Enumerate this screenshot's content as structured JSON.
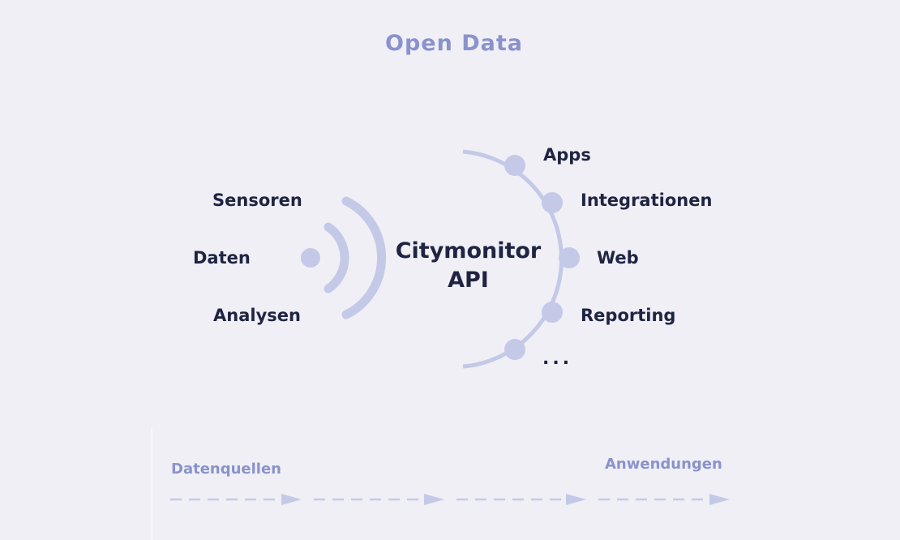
{
  "title": "Open Data",
  "sources": {
    "items": [
      {
        "label": "Sensoren"
      },
      {
        "label": "Daten"
      },
      {
        "label": "Analysen"
      }
    ]
  },
  "center": {
    "line1": "Citymonitor",
    "line2": "API"
  },
  "applications": {
    "items": [
      {
        "label": "Apps"
      },
      {
        "label": "Integrationen"
      },
      {
        "label": "Web"
      },
      {
        "label": "Reporting"
      },
      {
        "label": "..."
      }
    ]
  },
  "flow": {
    "left_label": "Datenquellen",
    "right_label": "Anwendungen",
    "arrow_segments": 4
  },
  "colors": {
    "background": "#efeff5",
    "accent": "#c5c9e8",
    "title": "#8a92cc",
    "text": "#1f2442"
  }
}
